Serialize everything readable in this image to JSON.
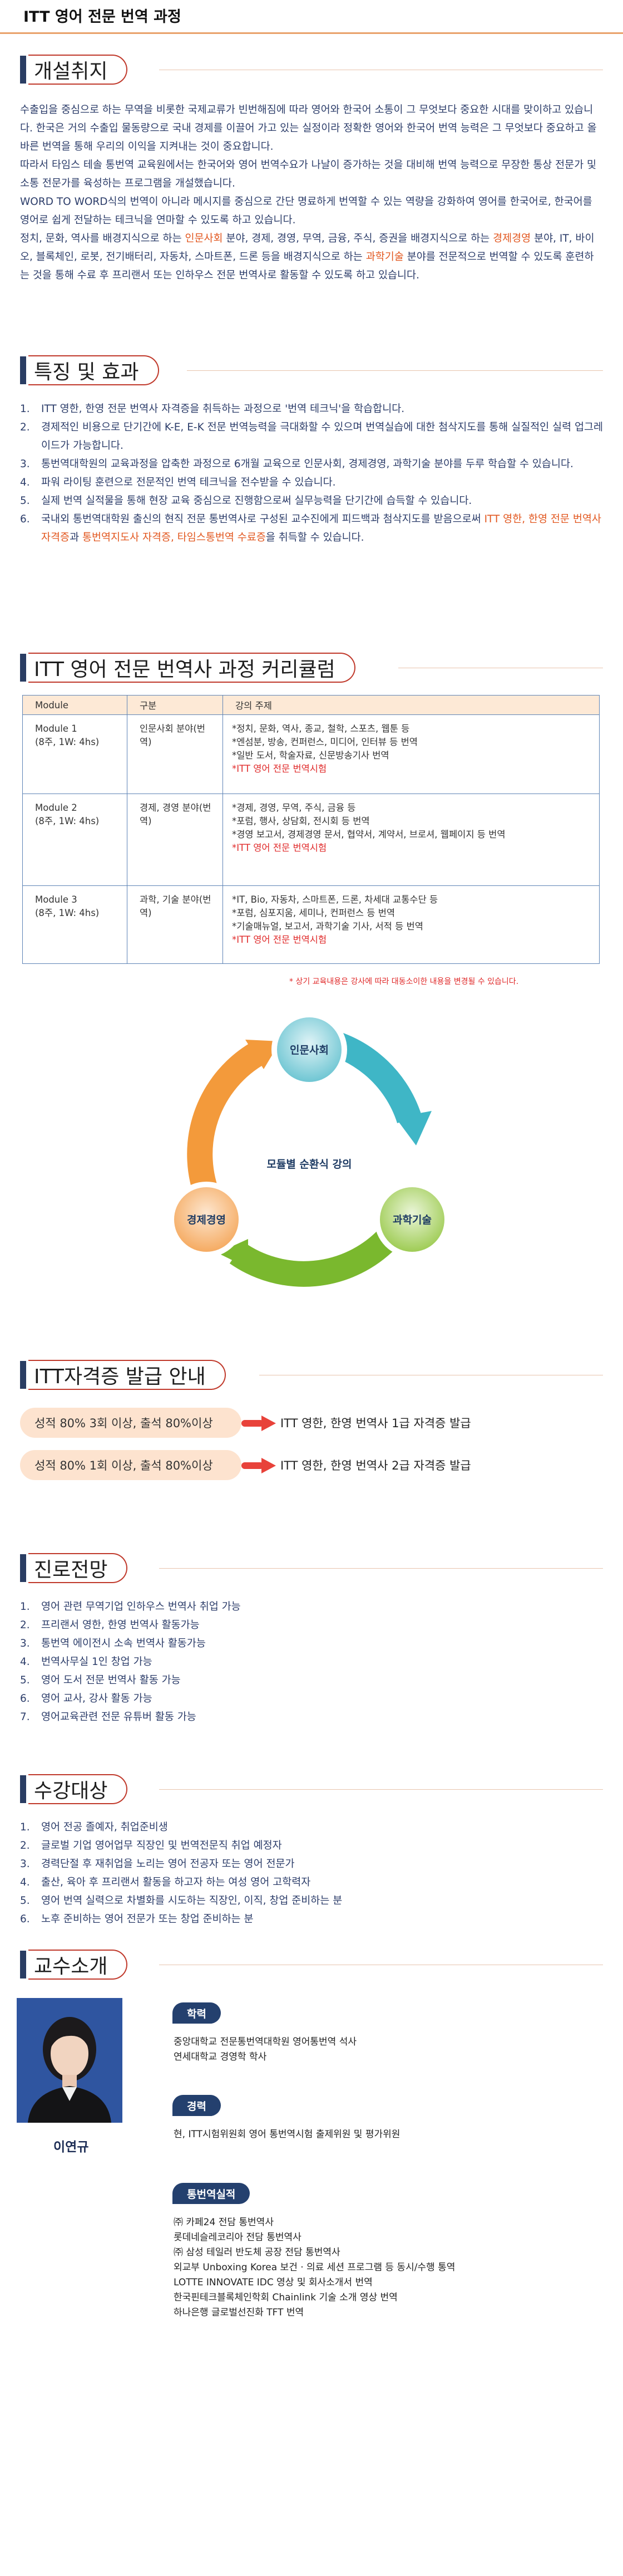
{
  "title": "ITT 영어 전문 번역 과정",
  "purpose": {
    "heading": "개설취지",
    "p1": "수출입을 중심으로 하는 무역을 비롯한 국제교류가 빈번해짐에 따라 영어와 한국어 소통이 그 무엇보다 중요한 시대를 맞이하고 있습니다. 한국은 거의 수출입 물동량으로 국내 경제를 이끌어 가고 있는 실정이라 정확한 영어와 한국어 번역 능력은 그 무엇보다 중요하고 올바른 번역을 통해 우리의 이익을 지켜내는 것이 중요합니다.",
    "p2": "따라서 타임스 테솔 통번역 교육원에서는 한국어와 영어 번역수요가 나날이 증가하는 것을 대비해 번역 능력으로 무장한 통상 전문가 및 소통 전문가를 육성하는 프로그램을 개설했습니다.",
    "p3": "WORD TO WORD식의 번역이 아니라 메시지를 중심으로 간단 명료하게 번역할 수 있는 역량을 강화하여 영어를 한국어로, 한국어를 영어로 쉽게 전달하는 테크닉을 연마할 수 있도록 하고 있습니다.",
    "p4a": "정치, 문화, 역사를 배경지식으로 하는 ",
    "p4b": "인문사회",
    "p4c": " 분야, 경제, 경영, 무역, 금융, 주식, 증권을 배경지식으로 하는 ",
    "p4d": "경제경영",
    "p4e": " 분야, IT, 바이오, 블록체인, 로봇, 전기배터리, 자동차, 스마트폰, 드론 등을 배경지식으로 하는 ",
    "p4f": "과학기술",
    "p4g": " 분야를 전문적으로 번역할 수 있도록 훈련하는 것을 통해 수료 후 프리랜서 또는 인하우스 전문 번역사로 활동할 수 있도록 하고 있습니다."
  },
  "features": {
    "heading": "특징 및 효과",
    "items": [
      {
        "num": "1.",
        "text": "ITT 영한, 한영 전문 번역사 자격증을 취득하는 과정으로 '번역 테크닉'을 학습합니다."
      },
      {
        "num": "2.",
        "text": "경제적인 비용으로 단기간에 K-E, E-K 전문 번역능력을 극대화할 수 있으며 번역실습에 대한 첨삭지도를 통해 실질적인 실력 업그레이드가 가능합니다."
      },
      {
        "num": "3.",
        "text": "통번역대학원의 교육과정을 압축한 과정으로 6개월 교육으로 인문사회, 경제경영, 과학기술 분야를 두루 학습할 수 있습니다."
      },
      {
        "num": "4.",
        "text": "파워 라이팅 훈련으로 전문적인 번역 테크닉을 전수받을 수 있습니다."
      },
      {
        "num": "5.",
        "text": "실제 번역 실적물을 통해 현장 교육 중심으로 진행함으로써 실무능력을 단기간에 습득할 수 있습니다."
      }
    ],
    "item6": {
      "num": "6.",
      "a": "국내외 통번역대학원 출신의 현직 전문 통번역사로 구성된 교수진에게 피드백과 첨삭지도를 받음으로써 ",
      "b": "ITT 영한, 한영 전문 번역사 자격증",
      "c": "과 ",
      "d": "통번역지도사 자격증, 타임스통번역 수료증",
      "e": "을 취득할 수 있습니다."
    }
  },
  "curriculum": {
    "heading": "ITT 영어 전문 번역사 과정 커리큘럼",
    "headers": [
      "Module",
      "구분",
      "강의 주제"
    ],
    "rows": [
      {
        "module": "Module 1",
        "duration": "(8주, 1W: 4hs)",
        "category": "인문사회 분야(번역)",
        "topics": [
          "*정치, 문화, 역사, 종교, 철학, 스포츠, 웹툰 등",
          "*엔섬분, 방송, 컨퍼런스, 미디어, 인터뷰 등 번역",
          "*일반 도서, 학술자료, 신문방송기사 번역"
        ],
        "exam": "*ITT 영어 전문 번역시험"
      },
      {
        "module": "Module 2",
        "duration": "(8주, 1W: 4hs)",
        "category": "경제, 경영 분야(번역)",
        "topics": [
          "*경제, 경영, 무역, 주식, 금융 등",
          "*포럼, 행사, 상담회, 전시회 등 번역",
          "*경영 보고서, 경제경영 문서, 협약서, 계약서, 브로셔, 웹페이지 등 번역"
        ],
        "exam": "*ITT 영어 전문 번역시험"
      },
      {
        "module": "Module 3",
        "duration": "(8주, 1W: 4hs)",
        "category": "과학, 기술 분야(번역)",
        "topics": [
          "*IT, Bio, 자동차, 스마트폰, 드론, 차세대 교통수단 등",
          "*포럼, 심포지움, 세미나, 컨퍼런스 등 번역",
          "*기술매뉴얼, 보고서, 과학기술 기사, 서적 등 번역"
        ],
        "exam": "*ITT 영어 전문 번역시험"
      }
    ],
    "note": "* 상기 교육내용은 강사에 따라 대동소이한 내용을 변경될 수 있습니다.",
    "cycle": {
      "center": "모듈별 순환식 강의",
      "nodes": [
        "인문사회",
        "과학기술",
        "경제경영"
      ],
      "colors": {
        "teal": "#3fb6c6",
        "green": "#7ab82e",
        "orange": "#f39a3b"
      }
    }
  },
  "certificate": {
    "heading": "ITT자격증 발급 안내",
    "rows": [
      {
        "condition": "성적 80% 3회 이상, 출석 80%이상",
        "result": "ITT 영한, 한영 번역사 1급 자격증 발급"
      },
      {
        "condition": "성적 80% 1회 이상, 출석 80%이상",
        "result": "ITT 영한, 한영 번역사 2급 자격증 발급"
      }
    ]
  },
  "career": {
    "heading": "진로전망",
    "items": [
      {
        "num": "1.",
        "text": "영어 관련 무역기업 인하우스 번역사 취업 가능"
      },
      {
        "num": "2.",
        "text": "프리랜서 영한, 한영 번역사 활동가능"
      },
      {
        "num": "3.",
        "text": "통번역 에이전시 소속 번역사 활동가능"
      },
      {
        "num": "4.",
        "text": "번역사무실 1인 창업 가능"
      },
      {
        "num": "5.",
        "text": "영어 도서 전문 번역사 활동 가능"
      },
      {
        "num": "6.",
        "text": "영어 교사, 강사 활동 가능"
      },
      {
        "num": "7.",
        "text": "영어교육관련 전문 유튜버 활동 가능"
      }
    ]
  },
  "target": {
    "heading": "수강대상",
    "items": [
      {
        "num": "1.",
        "text": "영어 전공 졸예자, 취업준비생"
      },
      {
        "num": "2.",
        "text": "글로벌 기업 영어업무 직장인 및 번역전문직 취업 예정자"
      },
      {
        "num": "3.",
        "text": "경력단절 후 재취업을 노리는 영어 전공자 또는 영어 전문가"
      },
      {
        "num": "4.",
        "text": "출산, 육아 후 프리랜서 활동을 하고자 하는 여성 영어 고학력자"
      },
      {
        "num": "5.",
        "text": "영어 번역 실력으로 차별화를 시도하는 직장인, 이직, 창업 준비하는 분"
      },
      {
        "num": "6.",
        "text": "노후 준비하는 영어 전문가 또는 창업 준비하는 분"
      }
    ]
  },
  "professor": {
    "heading": "교수소개",
    "name": "이연규",
    "education_label": "학력",
    "education": [
      "중앙대학교 전문통번역대학원 영어통번역 석사",
      "연세대학교 경영학 학사"
    ],
    "career_label": "경력",
    "career": [
      "현, ITT시험위원회 영어 통번역시험 출제위원 및 평가위원"
    ],
    "works_label": "통번역실적",
    "works": [
      "㈜ 카페24 전담 통번역사",
      "롯데네슬레코리아 전담 통번역사",
      "㈜ 삼성 테일러 반도체 공장 전담 통번역사",
      "외교부 Unboxing Korea 보건 · 의료 세션 프로그램 등 동시/수행 통역",
      "LOTTE INNOVATE IDC 영상 및 회사소개서 번역",
      "한국핀테크블록체인학회 Chainlink 기술 소개 영상 번역",
      "하나은행 글로벌선진화 TFT 번역"
    ]
  }
}
